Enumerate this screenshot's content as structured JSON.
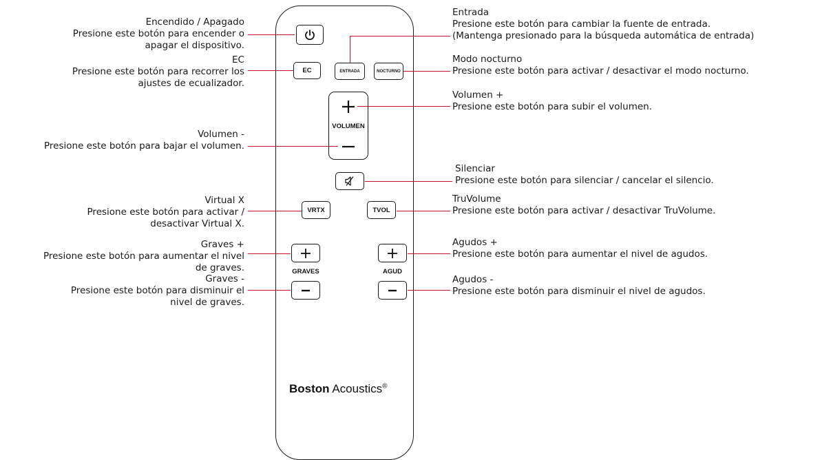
{
  "callouts": {
    "power": {
      "title": "Encendido / Apagado",
      "lines": [
        "Presione este botón para encender o",
        "apagar el dispositivo."
      ]
    },
    "ec": {
      "title": "EC",
      "lines": [
        "Presione este botón para recorrer los",
        "ajustes de ecualizador."
      ]
    },
    "volume_down": {
      "title": "Volumen -",
      "lines": [
        "Presione este botón para bajar el volumen."
      ]
    },
    "virtual_x": {
      "title": "Virtual X",
      "lines": [
        "Presione este botón para activar /",
        "desactivar Virtual X."
      ]
    },
    "bass_up": {
      "title": "Graves +",
      "lines": [
        "Presione este botón para aumentar el nivel",
        "de graves."
      ]
    },
    "bass_down": {
      "title": "Graves -",
      "lines": [
        "Presione este botón para disminuir el",
        "nivel de graves."
      ]
    },
    "input": {
      "title": "Entrada",
      "lines": [
        "Presione este botón para cambiar la fuente de entrada.",
        "(Mantenga presionado para la búsqueda automática de entrada)"
      ]
    },
    "night": {
      "title": "Modo nocturno",
      "lines": [
        "Presione este botón para activar / desactivar el modo nocturno."
      ]
    },
    "volume_up": {
      "title": "Volumen +",
      "lines": [
        "Presione este botón para subir el volumen."
      ]
    },
    "mute": {
      "title": "Silenciar",
      "lines": [
        "Presione este botón para silenciar / cancelar el silencio."
      ]
    },
    "truvolume": {
      "title": "TruVolume",
      "lines": [
        "Presione este botón para activar / desactivar TruVolume."
      ]
    },
    "treble_up": {
      "title": "Agudos +",
      "lines": [
        "Presione este botón para aumentar el nivel de agudos."
      ]
    },
    "treble_down": {
      "title": "Agudos -",
      "lines": [
        "Presione este botón para disminuir el nivel de agudos."
      ]
    }
  },
  "remote": {
    "buttons": {
      "ec": "EC",
      "input": "ENTRADA",
      "night": "NOCTURNO",
      "volume": "VOLUMEN",
      "vrtx": "VRTX",
      "tvol": "TVOL",
      "bass": "GRAVES",
      "treble": "AGUD"
    },
    "brand_bold": "Boston",
    "brand_rest": "Acoustics",
    "brand_mark": "®"
  },
  "colors": {
    "leader_line": "#c8102e",
    "outline": "#1a1a1a"
  },
  "icons": {
    "power": "power-icon",
    "mute": "mute-icon",
    "plus": "plus-icon",
    "minus": "minus-icon"
  }
}
